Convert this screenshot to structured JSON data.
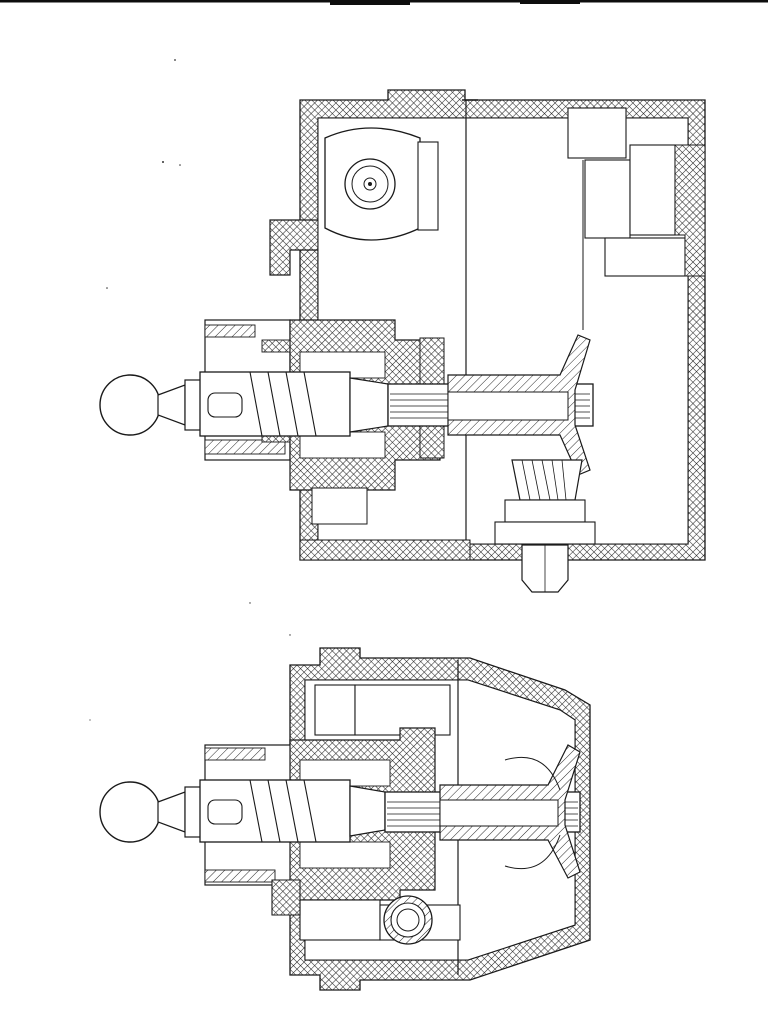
{
  "document": {
    "kind": "technical cross-section drawing sheet",
    "text_present": false
  },
  "colors": {
    "paper": "#ffffff",
    "line": "#1a1a1a",
    "hatch": "#2a2a2a",
    "scan_edge": "#0e0e0e"
  },
  "figures": [
    {
      "id": "upper",
      "components": [
        "housing",
        "bearing-cap",
        "handle-knob",
        "input-shaft",
        "worm-screw",
        "splined-shaft",
        "bevel-gear",
        "drive-nut",
        "flange-block"
      ]
    },
    {
      "id": "lower",
      "components": [
        "housing",
        "handle-knob",
        "input-shaft",
        "worm-screw",
        "splined-shaft",
        "cone-gear",
        "knurled-wheel",
        "side-block"
      ]
    }
  ]
}
